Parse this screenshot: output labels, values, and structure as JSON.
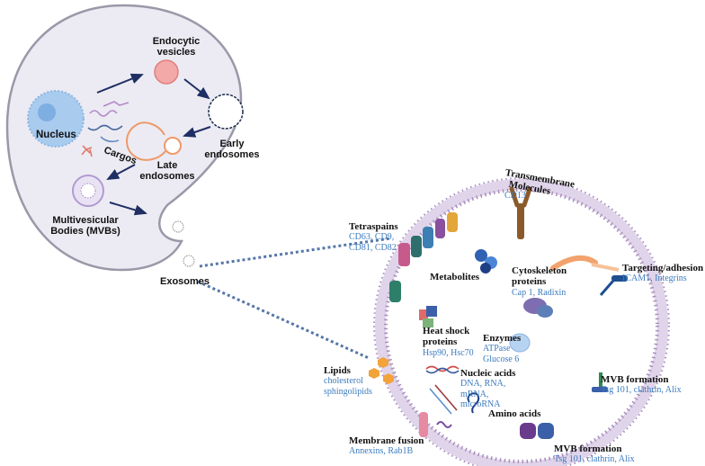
{
  "cell": {
    "nucleus": "Nucleus",
    "endocytic": [
      "Endocytic",
      "vesicles"
    ],
    "early": [
      "Early",
      "endosomes"
    ],
    "late": [
      "Late",
      "endosomes"
    ],
    "cargos": "Cargos",
    "mvb": [
      "Multivesicular",
      "Bodies (MVBs)"
    ],
    "exosomes": "Exosomes"
  },
  "exosome": {
    "transmembrane": {
      "title": [
        "Transmembrane",
        "Molecules"
      ],
      "items": [
        "CD13"
      ]
    },
    "tetraspains": {
      "title": [
        "Tetraspains"
      ],
      "items": [
        "CD63, CD9,",
        "CD81, CD82"
      ]
    },
    "metabolites": {
      "title": [
        "Metabolites"
      ],
      "items": []
    },
    "cytoskeleton": {
      "title": [
        "Cytoskeleton",
        "proteins"
      ],
      "items": [
        "Cap 1, Radixin"
      ]
    },
    "targeting": {
      "title": [
        "Targeting/adhesion"
      ],
      "items": [
        "ICAM1, Integrins"
      ]
    },
    "heat_shock": {
      "title": [
        "Heat shock",
        "proteins"
      ],
      "items": [
        "Hsp90, Hsc70"
      ]
    },
    "enzymes": {
      "title": [
        "Enzymes"
      ],
      "items": [
        "ATPase",
        "Glucose 6"
      ]
    },
    "lipids": {
      "title": [
        "Lipids"
      ],
      "items": [
        "cholesterol",
        "sphingolipids"
      ]
    },
    "nucleic": {
      "title": [
        "Nucleic acids"
      ],
      "items": [
        "DNA, RNA,",
        "mRNA,",
        "microRNA"
      ]
    },
    "mvb1": {
      "title": [
        "MVB formation"
      ],
      "items": [
        "Tsg 101, clathrin, Alix"
      ]
    },
    "amino": {
      "title": [
        "Amino acids"
      ],
      "items": []
    },
    "fusion": {
      "title": [
        "Membrane fusion"
      ],
      "items": [
        "Annexins, Rab1B"
      ]
    },
    "mvb2": {
      "title": [
        "MVB formation"
      ],
      "items": [
        "Tsg 101, clathrin, Alix"
      ]
    }
  },
  "colors": {
    "cell_fill": "#ecebf3",
    "cell_stroke": "#9a98a8",
    "nucleus": "#a9cbee",
    "arrow": "#1f2f63",
    "membrane": "#cdb9d8",
    "dots": "#a98fbe",
    "label_blue": "#3b7bbf"
  }
}
